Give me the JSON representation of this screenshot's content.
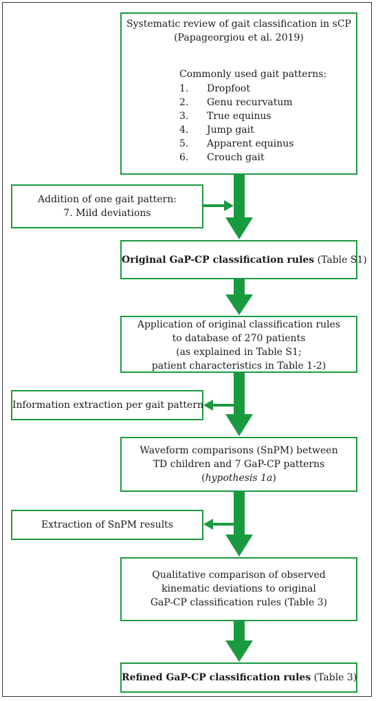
{
  "colors": {
    "arrow": "#1a9a3f",
    "box_border": "#1a9a3f",
    "frame": "#333333"
  },
  "review": {
    "line1": "Systematic review of gait classification in sCP",
    "line2": "(Papageorgiou et al. 2019)",
    "patterns_heading": "Commonly used gait patterns:",
    "patterns": [
      {
        "num": "1.",
        "label": "Dropfoot"
      },
      {
        "num": "2.",
        "label": "Genu recurvatum"
      },
      {
        "num": "3.",
        "label": "True equinus"
      },
      {
        "num": "4.",
        "label": "Jump gait"
      },
      {
        "num": "5.",
        "label": "Apparent equinus"
      },
      {
        "num": "6.",
        "label": "Crouch gait"
      }
    ]
  },
  "addition": {
    "line1": "Addition of one gait pattern:",
    "line2": "7. Mild deviations"
  },
  "original_rules": {
    "bold": "Original GaP-CP classification rules",
    "rest": " (Table S1)"
  },
  "application": {
    "line1": "Application of original classification rules",
    "line2": "to database of 270 patients",
    "line3": "(as explained in Table S1;",
    "line4": "patient characteristics in Table 1-2)"
  },
  "extraction_info": {
    "text": "Information extraction per gait pattern"
  },
  "waveform": {
    "line1": "Waveform comparisons (SnPM) between",
    "line2": "TD children and 7 GaP-CP patterns",
    "line3_open": "(",
    "line3_italic": "hypothesis 1a",
    "line3_close": ")"
  },
  "extraction_snpm": {
    "text": "Extraction of SnPM results"
  },
  "qualitative": {
    "line1": "Qualitative comparison of observed",
    "line2": "kinematic deviations to original",
    "line3": "GaP-CP classification rules (Table 3)"
  },
  "refined_rules": {
    "bold": "Refined GaP-CP classification rules",
    "rest": " (Table 3)"
  }
}
